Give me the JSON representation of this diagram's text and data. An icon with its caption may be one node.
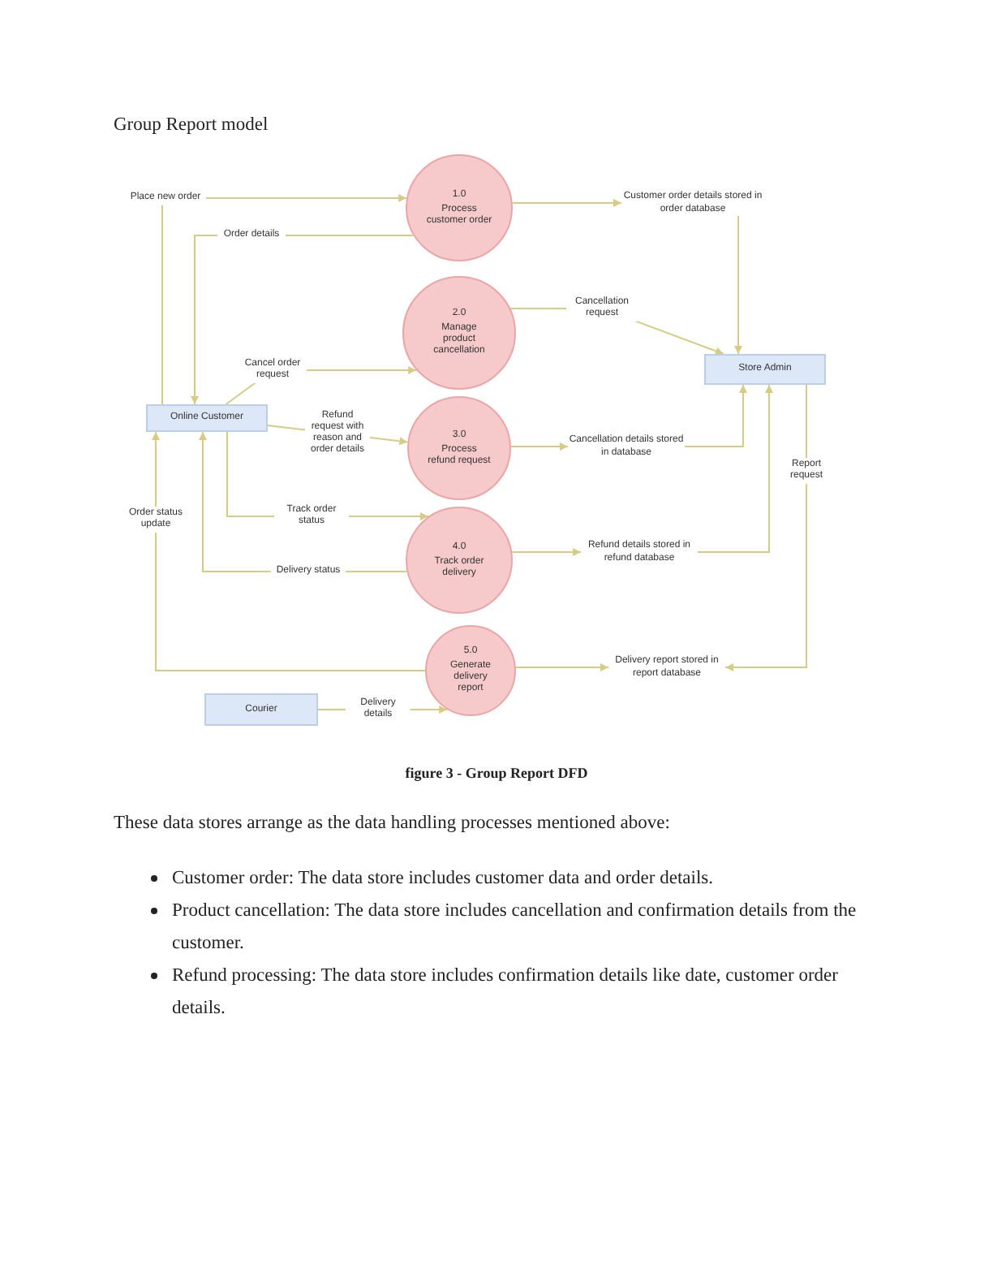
{
  "diagram": {
    "title": "Group Report model",
    "caption": "figure 3 - Group Report DFD",
    "nodes": [
      {
        "text": [
          "1.0",
          "Process customer order"
        ]
      },
      {
        "text": [
          "Customer order details stored in order database"
        ]
      },
      {
        "text": [
          "2.0",
          "Manage product cancellation"
        ]
      },
      {
        "text": [
          "Store Admin"
        ]
      },
      {
        "text": [
          "Online Customer"
        ]
      },
      {
        "text": [
          "3.0",
          "Process refund request"
        ]
      },
      {
        "text": [
          "Cancellation details stored in database"
        ]
      },
      {
        "text": [
          "4.0",
          "Track order delivery"
        ]
      },
      {
        "text": [
          "Refund details stored in refund database"
        ]
      },
      {
        "text": [
          "5.0",
          "Generate delivery report"
        ]
      },
      {
        "text": [
          "Delivery report stored in report database"
        ]
      },
      {
        "text": [
          "Courier"
        ]
      }
    ],
    "edges": [
      {
        "from": 4,
        "to": 0,
        "arrow": "to",
        "label": "Place new order"
      },
      {
        "from": 0,
        "to": 4,
        "arrow": "to",
        "label": "Order details"
      },
      {
        "from": 4,
        "to": 2,
        "arrow": "to",
        "label": "Cancel order request"
      },
      {
        "from": 4,
        "to": 5,
        "arrow": "to",
        "label": "Refund request with reason and order details"
      },
      {
        "from": 4,
        "to": 7,
        "arrow": "to",
        "label": "Track order status"
      },
      {
        "from": 7,
        "to": 4,
        "arrow": "to",
        "label": "Delivery status"
      },
      {
        "from": 9,
        "to": 4,
        "arrow": "to",
        "label": "Order status update"
      },
      {
        "from": 11,
        "to": 9,
        "arrow": "to",
        "label": "Delivery details"
      },
      {
        "from": 0,
        "to": 1,
        "arrow": "to"
      },
      {
        "from": 1,
        "to": 3,
        "arrow": "to"
      },
      {
        "from": 2,
        "to": 3,
        "arrow": "to",
        "label": "Cancellation request"
      },
      {
        "from": 5,
        "to": 6,
        "arrow": "to"
      },
      {
        "from": 6,
        "to": 3,
        "arrow": "to"
      },
      {
        "from": 7,
        "to": 8,
        "arrow": "to"
      },
      {
        "from": 8,
        "to": 3,
        "arrow": "to"
      },
      {
        "from": 3,
        "to": 10,
        "arrow": "to",
        "label": "Report request"
      },
      {
        "from": 9,
        "to": 10,
        "arrow": "to"
      }
    ],
    "labels": [
      "These data stores arrange as the data handling processes mentioned above:",
      "Customer order: The data store includes customer data and order details.",
      "Product cancellation: The data store includes cancellation and confirmation details from the customer.",
      "Refund processing: The data store includes confirmation details like date, customer order details."
    ]
  }
}
